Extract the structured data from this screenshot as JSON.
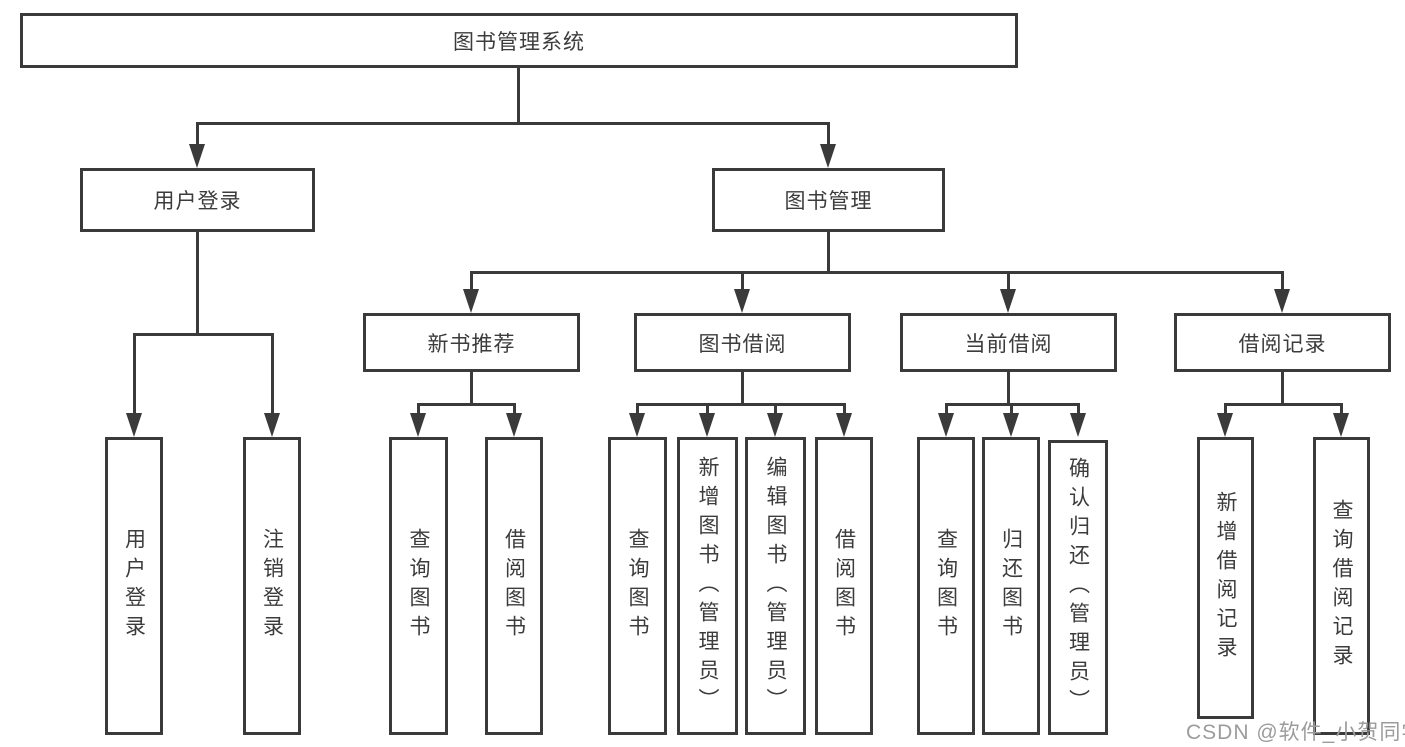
{
  "diagram": {
    "root": {
      "label": "图书管理系统"
    },
    "level2": [
      {
        "id": "user-login",
        "label": "用户登录"
      },
      {
        "id": "book-management",
        "label": "图书管理"
      }
    ],
    "level3": [
      {
        "id": "new-book-recommend",
        "label": "新书推荐"
      },
      {
        "id": "book-borrowing",
        "label": "图书借阅"
      },
      {
        "id": "current-borrowing",
        "label": "当前借阅"
      },
      {
        "id": "borrowing-records",
        "label": "借阅记录"
      }
    ],
    "leaves": [
      {
        "id": "user-login-leaf",
        "label": "用户登录"
      },
      {
        "id": "logout",
        "label": "注销登录"
      },
      {
        "id": "query-books-1",
        "label": "查询图书"
      },
      {
        "id": "borrow-books-1",
        "label": "借阅图书"
      },
      {
        "id": "query-books-2",
        "label": "查询图书"
      },
      {
        "id": "add-books-admin",
        "label": "新增图书（管理员）"
      },
      {
        "id": "edit-books-admin",
        "label": "编辑图书（管理员）"
      },
      {
        "id": "borrow-books-2",
        "label": "借阅图书"
      },
      {
        "id": "query-books-3",
        "label": "查询图书"
      },
      {
        "id": "return-books",
        "label": "归还图书"
      },
      {
        "id": "confirm-return-admin",
        "label": "确认归还（管理员）"
      },
      {
        "id": "add-borrow-record",
        "label": "新增借阅记录"
      },
      {
        "id": "query-borrow-record",
        "label": "查询借阅记录"
      }
    ]
  },
  "watermark": {
    "text": "CSDN @软件_小贺同学"
  },
  "colors": {
    "line": "#3a3a3a",
    "box_border": "#3a3a3a",
    "text": "#3c3c3c",
    "watermark": "#9c9c9c",
    "background": "#ffffff"
  }
}
